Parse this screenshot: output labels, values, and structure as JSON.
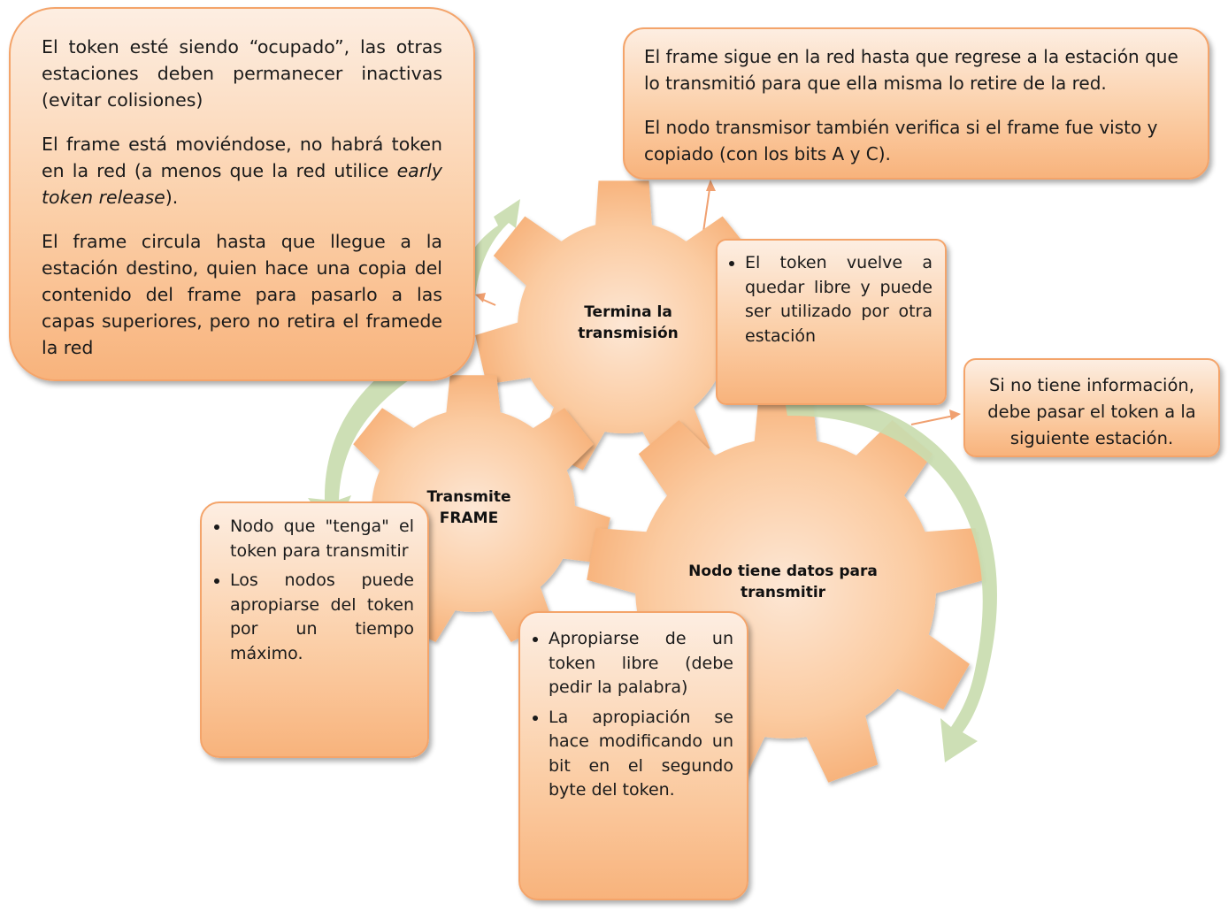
{
  "gears": {
    "termina": {
      "line1": "Termina la",
      "line2": "transmisión"
    },
    "transmite": {
      "line1": "Transmite",
      "line2": "FRAME"
    },
    "nodo_datos": {
      "line1": "Nodo tiene datos para",
      "line2": "transmitir"
    }
  },
  "boxes": {
    "token_ocupado": {
      "p1": "El token esté siendo “ocupado”, las otras estaciones deben permanecer inactivas (evitar colisiones)",
      "p2_before": "El frame está moviéndose, no habrá token en la red (a menos que la red utilice ",
      "p2_italic": "early token release",
      "p2_after": ").",
      "p3": "El frame circula hasta que llegue a la estación destino, quien hace una copia del contenido del frame para pasarlo a las capas superiores, pero no retira el framede la red"
    },
    "frame_sigue": {
      "p1": "El frame sigue en la red hasta que regrese a la estación que lo transmitió para que ella misma lo retire de la red.",
      "p2": "El nodo transmisor también verifica si el frame fue visto y copiado (con los bits A y C)."
    },
    "token_libre": {
      "items": [
        "El token vuelve a quedar libre y puede ser utilizado por otra estación"
      ]
    },
    "no_info": {
      "text": "Si no tiene información, debe pasar el token a la siguiente estación."
    },
    "nodo_token": {
      "items": [
        "Nodo que \"tenga\" el token para transmitir",
        " Los nodos puede apropiarse del token por un tiempo máximo."
      ]
    },
    "apropiarse": {
      "items": [
        "Apropiarse de un token libre (debe pedir la palabra)",
        "La apropiación se hace modificando un bit en el segundo byte del token."
      ]
    }
  }
}
